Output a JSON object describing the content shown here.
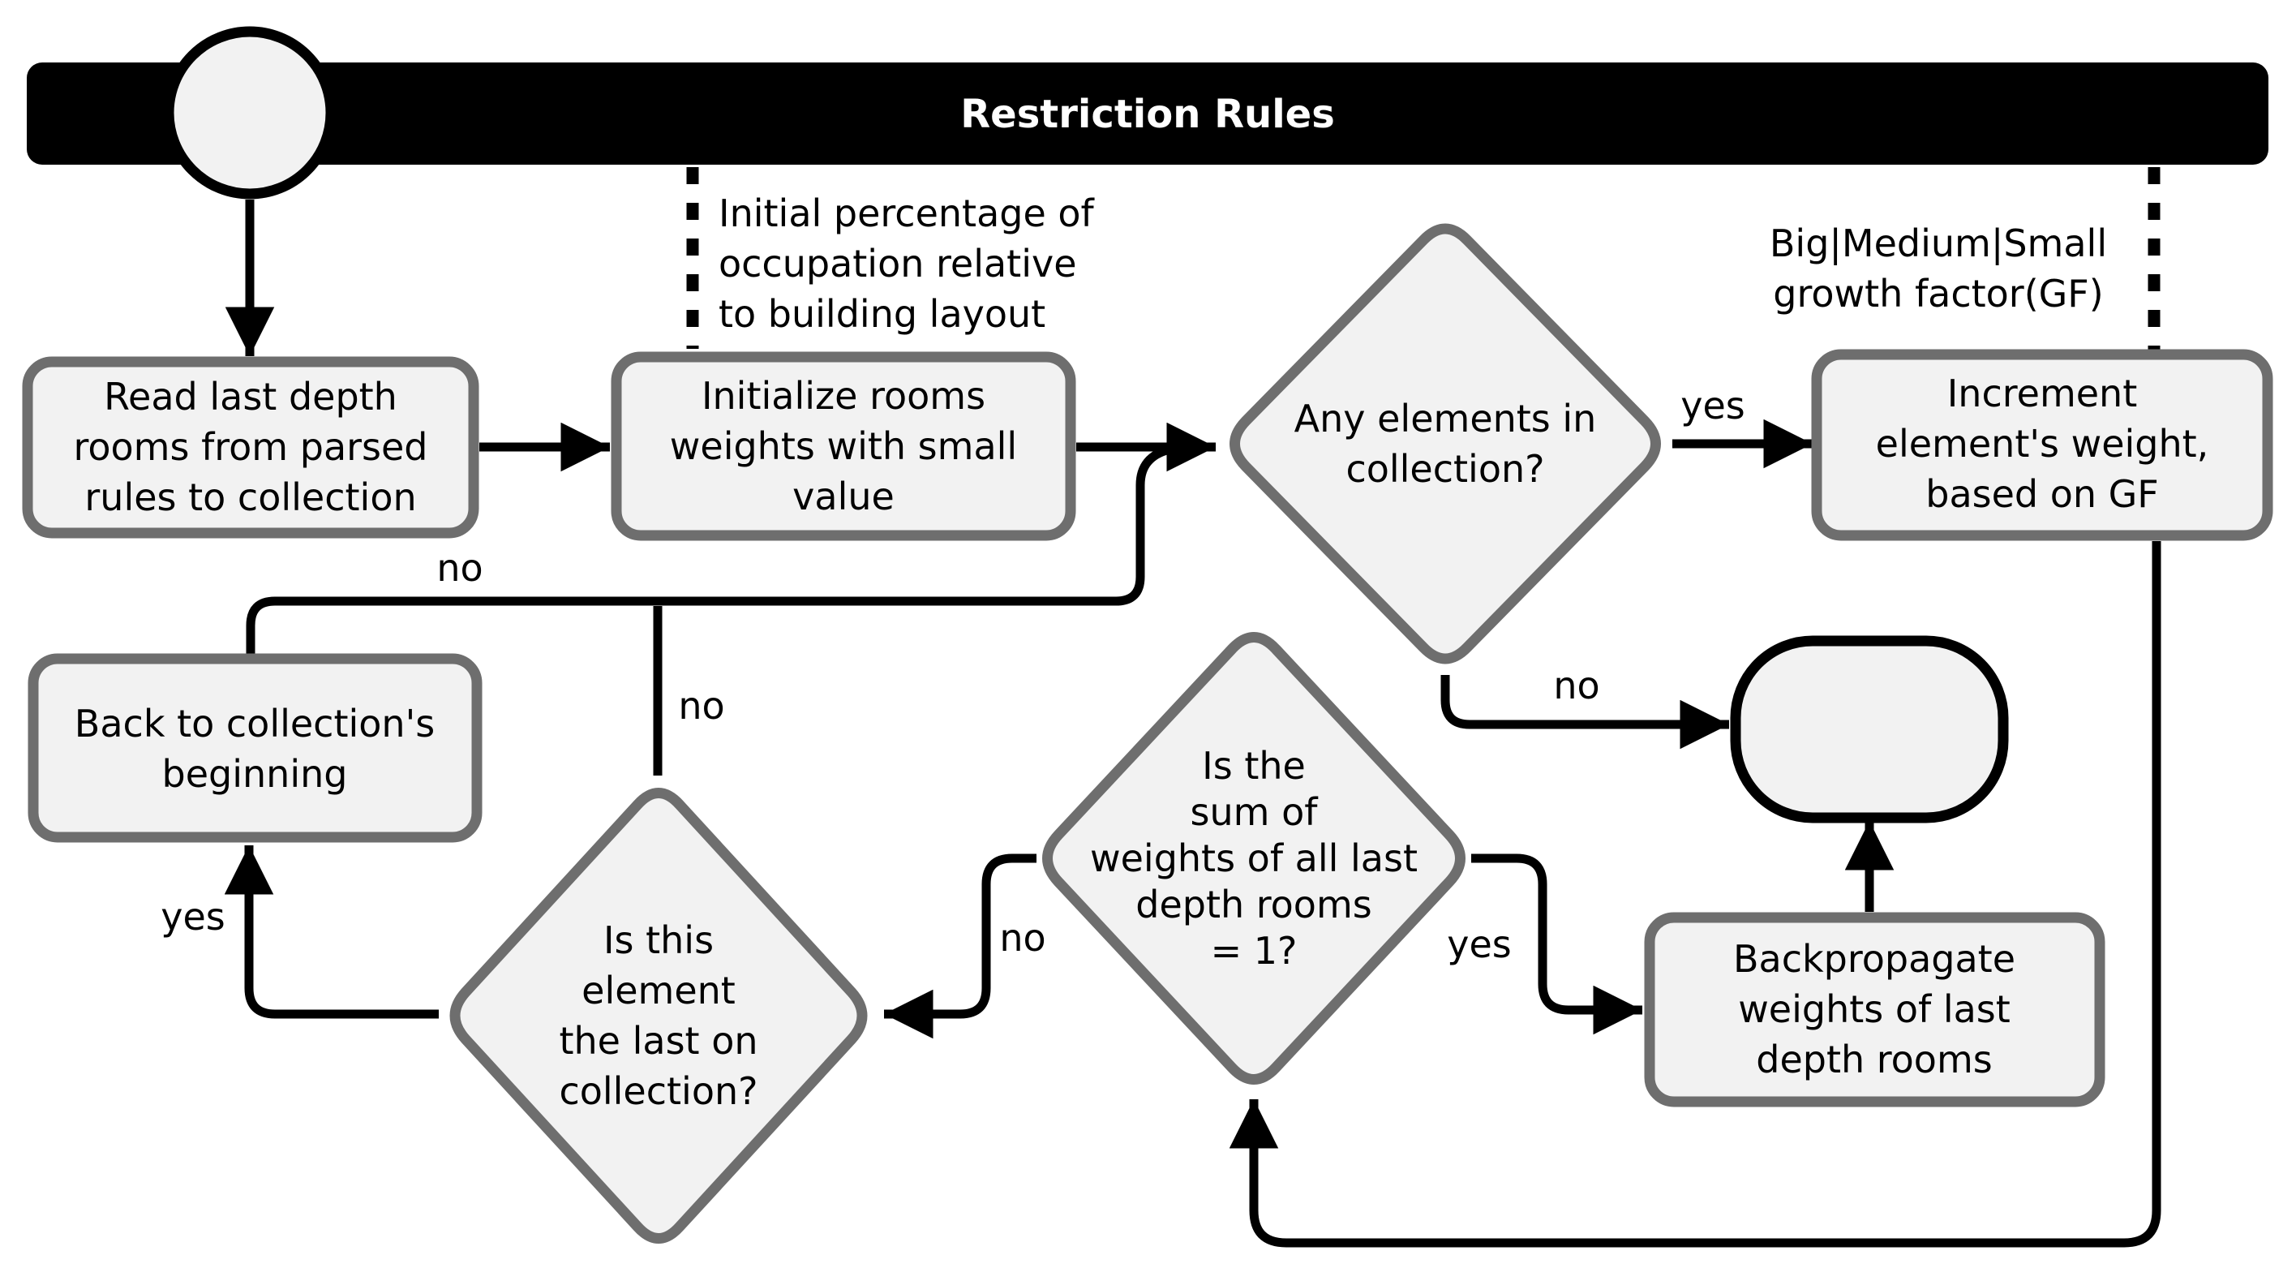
{
  "banner": {
    "title": "Restriction Rules"
  },
  "annotations": {
    "initial_percentage": {
      "lines": [
        "Initial percentage of",
        "occupation relative",
        "to building layout"
      ]
    },
    "growth_factor": {
      "lines": [
        "Big|Medium|Small",
        "growth factor(GF)"
      ]
    }
  },
  "nodes": {
    "read_rooms": {
      "type": "process",
      "lines": [
        "Read last depth",
        "rooms from parsed",
        "rules to collection"
      ]
    },
    "init_weights": {
      "type": "process",
      "lines": [
        "Initialize rooms",
        "weights with small",
        "value"
      ]
    },
    "any_elements": {
      "type": "decision",
      "lines": [
        "Any elements in",
        "collection?"
      ]
    },
    "increment_weight": {
      "type": "process",
      "lines": [
        "Increment",
        "element's weight,",
        "based on GF"
      ]
    },
    "back_to_beginning": {
      "type": "process",
      "lines": [
        "Back to collection's",
        "beginning"
      ]
    },
    "is_last_element": {
      "type": "decision",
      "lines": [
        "Is this",
        "element",
        "the last on",
        "collection?"
      ]
    },
    "sum_of_weights": {
      "type": "decision",
      "lines": [
        "Is the",
        "sum of",
        "weights of all last",
        "depth rooms",
        "= 1?"
      ]
    },
    "backpropagate": {
      "type": "process",
      "lines": [
        "Backpropagate",
        "weights of last",
        "depth rooms"
      ]
    }
  },
  "edge_labels": {
    "any_elements_yes": "yes",
    "any_elements_no": "no",
    "sum_of_weights_yes": "yes",
    "sum_of_weights_no": "no",
    "is_last_element_yes": "yes",
    "is_last_element_no": "no",
    "loop_back_no": "no"
  },
  "colors": {
    "banner_bg": "#000000",
    "banner_text": "#ffffff",
    "node_fill": "#f2f2f2",
    "node_border": "#6e6e6e",
    "terminator_border": "#000000",
    "line": "#000000",
    "page_bg": "#ffffff"
  }
}
